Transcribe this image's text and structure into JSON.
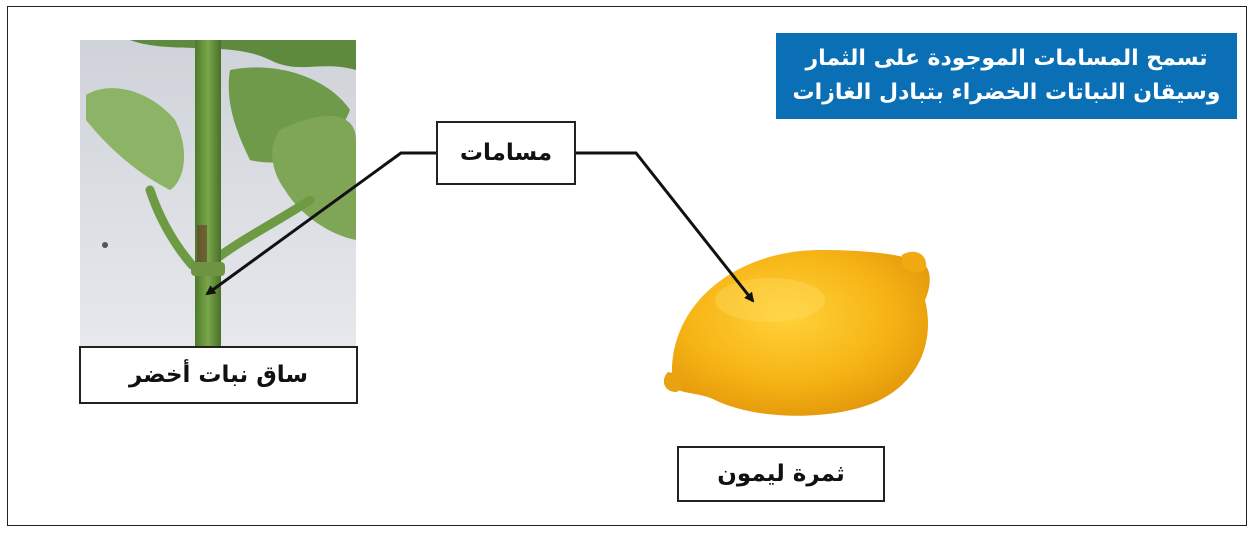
{
  "info": {
    "line1": "تسمح المسامات الموجودة على الثمار",
    "line2": "وسيقان النباتات الخضراء بتبادل الغازات"
  },
  "labels": {
    "pores": "مسامات",
    "stem": "ساق نبات أخضر",
    "lemon": "ثمرة ليمون"
  },
  "colors": {
    "info_background": "#0a6fb5",
    "info_text": "#ffffff",
    "lemon": "#f5b417",
    "stem": "#5f8a3a",
    "leaf": "#7fa85a"
  }
}
